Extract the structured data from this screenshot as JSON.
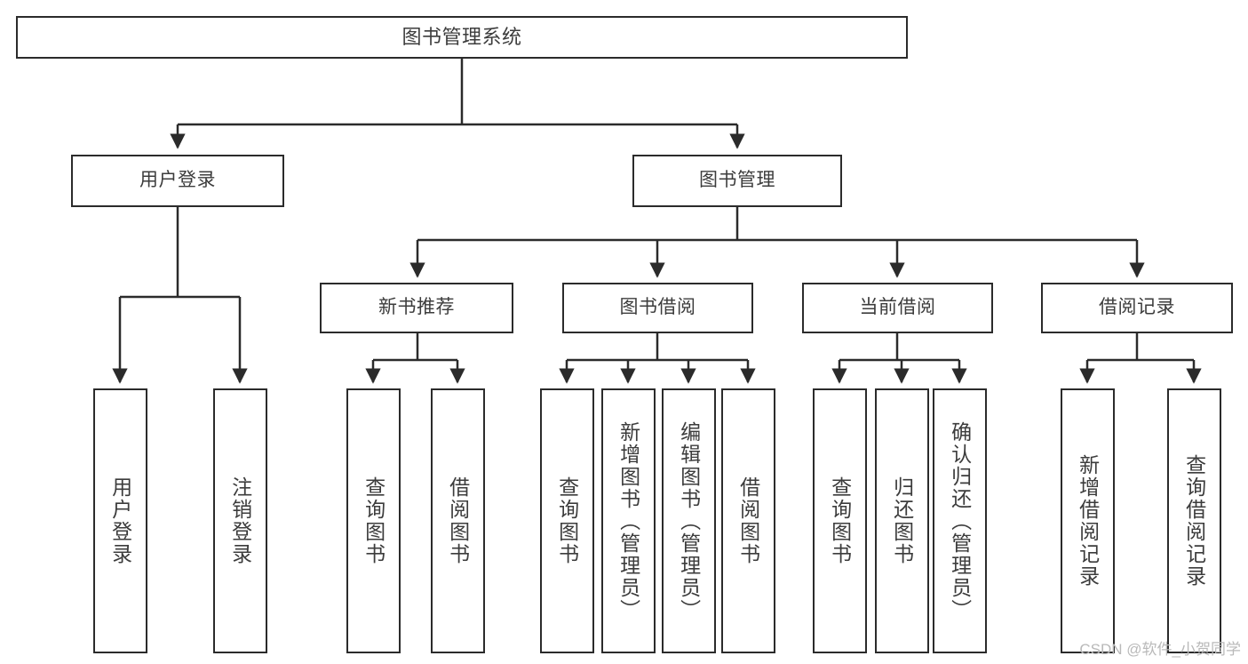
{
  "diagram": {
    "type": "tree",
    "title": "图书管理系统",
    "colors": {
      "background": "#ffffff",
      "node_border": "#2b2b2b",
      "node_fill": "#ffffff",
      "text": "#3c3c3c",
      "edge": "#2b2b2b",
      "watermark": "#b9b9b9"
    },
    "root": {
      "label": "图书管理系统"
    },
    "level1": [
      {
        "label": "用户登录"
      },
      {
        "label": "图书管理"
      }
    ],
    "level2": [
      {
        "label": "新书推荐"
      },
      {
        "label": "图书借阅"
      },
      {
        "label": "当前借阅"
      },
      {
        "label": "借阅记录"
      }
    ],
    "leaves": {
      "user_login": [
        {
          "label": "用户登录"
        },
        {
          "label": "注销登录"
        }
      ],
      "new_book_recommend": [
        {
          "label": "查询图书"
        },
        {
          "label": "借阅图书"
        }
      ],
      "book_borrow": [
        {
          "label": "查询图书"
        },
        {
          "label": "新增图书（管理员）"
        },
        {
          "label": "编辑图书（管理员）"
        },
        {
          "label": "借阅图书"
        }
      ],
      "current_borrow": [
        {
          "label": "查询图书"
        },
        {
          "label": "归还图书"
        },
        {
          "label": "确认归还（管理员）"
        }
      ],
      "borrow_record": [
        {
          "label": "新增借阅记录"
        },
        {
          "label": "查询借阅记录"
        }
      ]
    }
  },
  "watermark": {
    "text": "CSDN @软件_小贺同学"
  }
}
